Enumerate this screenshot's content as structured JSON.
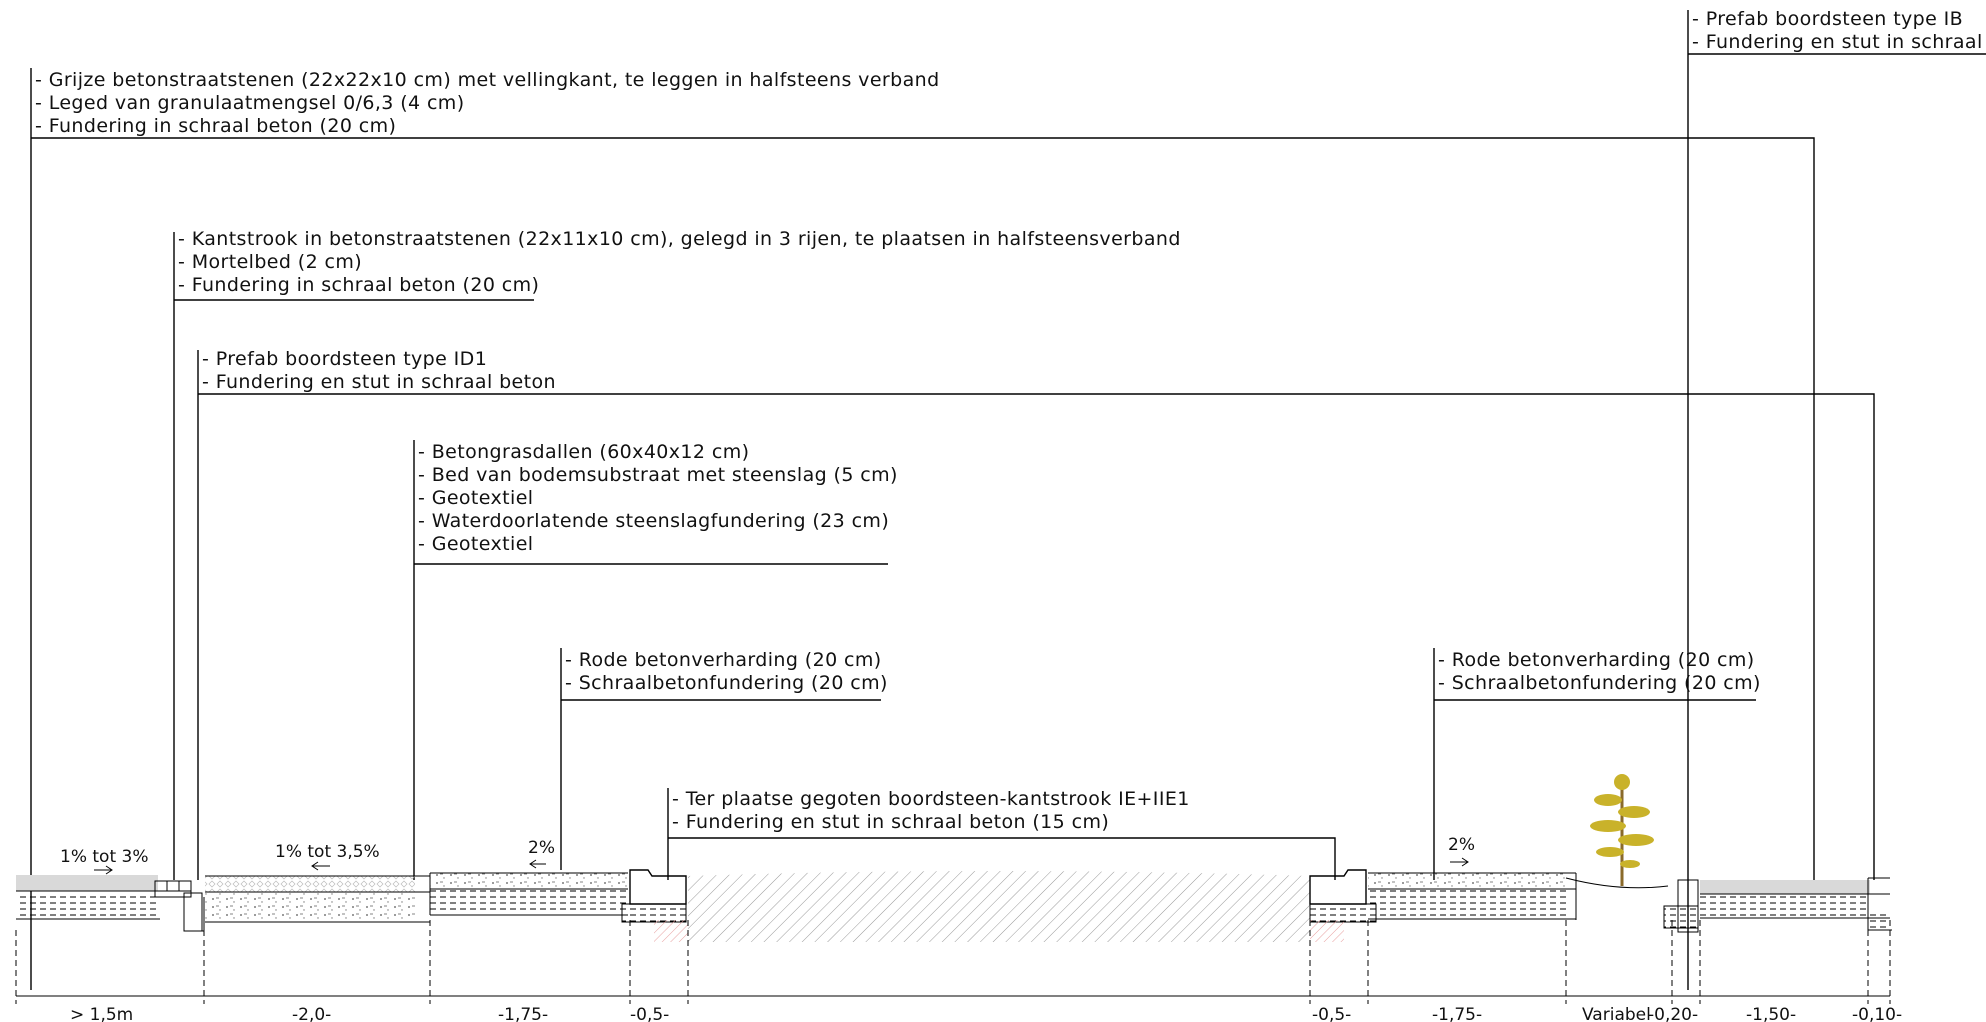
{
  "annotations": {
    "top_right_curb": [
      "- Prefab boordsteen type IB",
      "- Fundering en stut in schraal"
    ],
    "sidewalk": [
      "- Grijze betonstraatstenen (22x22x10 cm) met vellingkant, te leggen in halfsteens verband",
      "- Leged van granulaatmengsel 0/6,3 (4 cm)",
      "- Fundering in schraal beton (20 cm)"
    ],
    "edge_strip": [
      "- Kantstrook in betonstraatstenen (22x11x10 cm), gelegd in 3 rijen, te plaatsen in halfsteensverband",
      "- Mortelbed (2 cm)",
      "- Fundering in schraal beton (20 cm)"
    ],
    "curb_id1": [
      "- Prefab boordsteen type ID1",
      "- Fundering en stut in schraal beton"
    ],
    "grass_pavers": [
      "- Betongrasdallen (60x40x12 cm)",
      "- Bed van bodemsubstraat met steenslag (5 cm)",
      "- Geotextiel",
      "- Waterdoorlatende steenslagfundering (23 cm)",
      "- Geotextiel"
    ],
    "red_concrete_left": [
      "- Rode betonverharding (20 cm)",
      "- Schraalbetonfundering (20 cm)"
    ],
    "red_concrete_right": [
      "- Rode betonverharding (20 cm)",
      "- Schraalbetonfundering (20 cm)"
    ],
    "cast_curb": [
      "- Ter plaatse gegoten boordsteen-kantstrook IE+IIE1",
      "- Fundering en stut in schraal beton (15 cm)"
    ]
  },
  "slopes": {
    "sidewalk": "1% tot 3%",
    "parking": "1% tot 3,5%",
    "bike_left": "2%",
    "bike_right": "2%"
  },
  "dimensions": {
    "d1": "> 1,5m",
    "d2": "-2,0-",
    "d3": "-1,75-",
    "d4": "-0,5-",
    "d5": "-0,5-",
    "d6": "-1,75-",
    "d7": "Variabel",
    "d8": "-0,20-",
    "d9": "-1,50-",
    "d10": "-0,10-"
  },
  "colors": {
    "line": "#000000",
    "hatch": "#9a9a9a",
    "sidewalk_fill": "#d9d9d9",
    "red_hatch": "#e8a0a0",
    "tree_foliage": "#c9b22a",
    "tree_trunk": "#8a6a2a"
  }
}
